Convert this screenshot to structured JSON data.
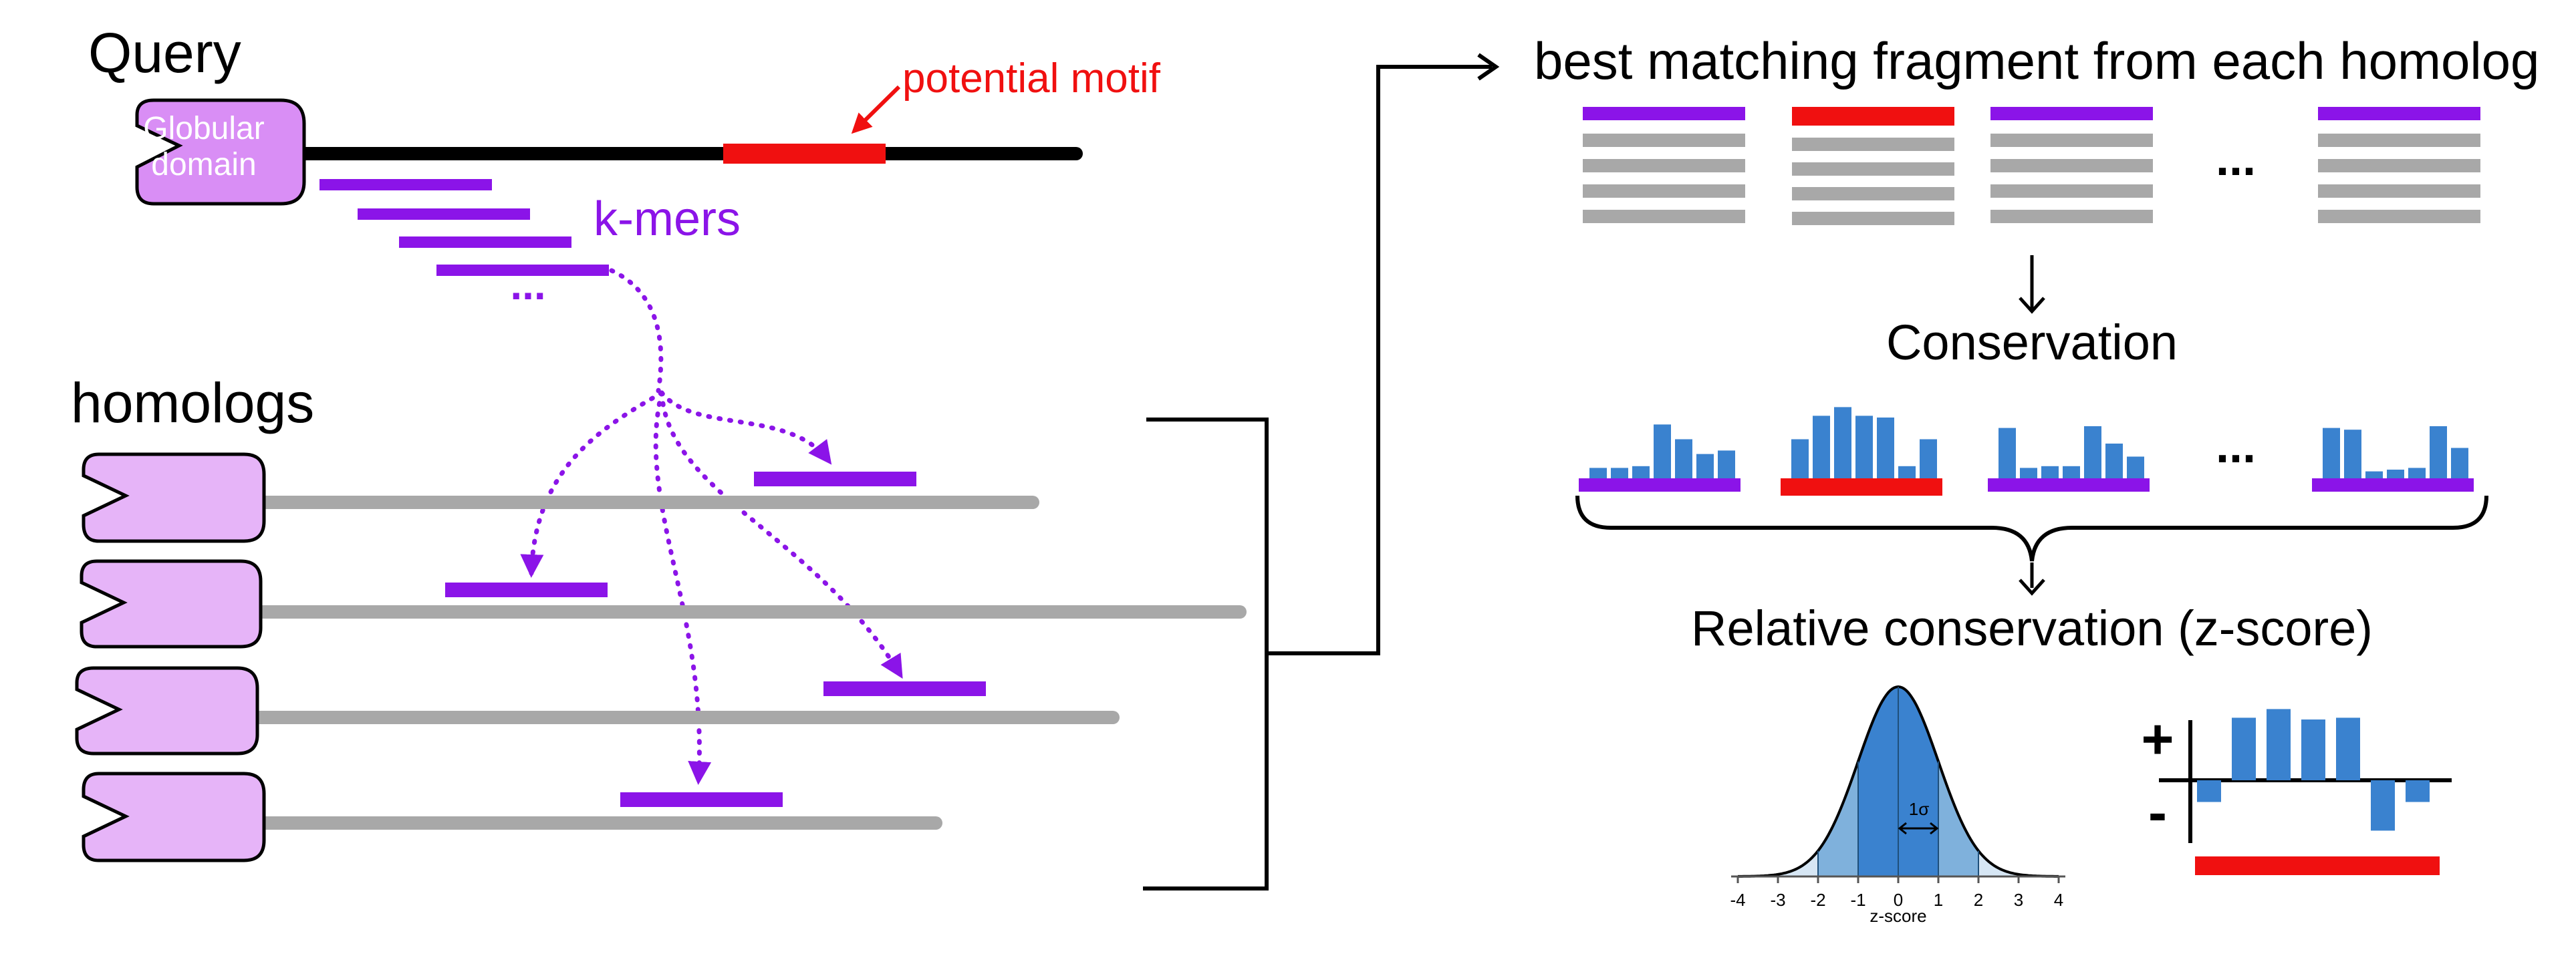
{
  "labels": {
    "query": "Query",
    "domain_line1": "Globular",
    "domain_line2": "domain",
    "potential_motif": "potential motif",
    "kmers": "k-mers",
    "ellipsis": "...",
    "homologs": "homologs",
    "best_matching": "best matching fragment from each homolog",
    "conservation": "Conservation",
    "relative_conservation": "Relative conservation (z-score)",
    "one_sigma": "1σ",
    "zscore_axis": "z-score",
    "plus": "+",
    "minus": "-"
  },
  "zscore_ticks": [
    "-4",
    "-3",
    "-2",
    "-1",
    "0",
    "1",
    "2",
    "3",
    "4"
  ],
  "conservation_groups": [
    {
      "base": "motif-candidate",
      "values": [
        0.12,
        0.12,
        0.14,
        0.62,
        0.45,
        0.28,
        0.32
      ]
    },
    {
      "base": "potential-motif",
      "values": [
        0.45,
        0.72,
        0.82,
        0.72,
        0.7,
        0.14,
        0.45
      ]
    },
    {
      "base": "motif-candidate",
      "values": [
        0.58,
        0.12,
        0.14,
        0.14,
        0.6,
        0.4,
        0.25
      ]
    },
    {
      "base": "motif-candidate",
      "values": [
        0.58,
        0.56,
        0.08,
        0.1,
        0.12,
        0.6,
        0.35
      ]
    }
  ],
  "relative_values": [
    -0.25,
    0.72,
    0.82,
    0.7,
    0.72,
    -0.58,
    -0.25
  ],
  "colors": {
    "purple": "#8b14e8",
    "red": "#f01010",
    "grey": "#a8a8a8",
    "blue": "#3a82cf",
    "domain_query": "#d98ef5",
    "domain_homolog": "#e6b4f8"
  }
}
